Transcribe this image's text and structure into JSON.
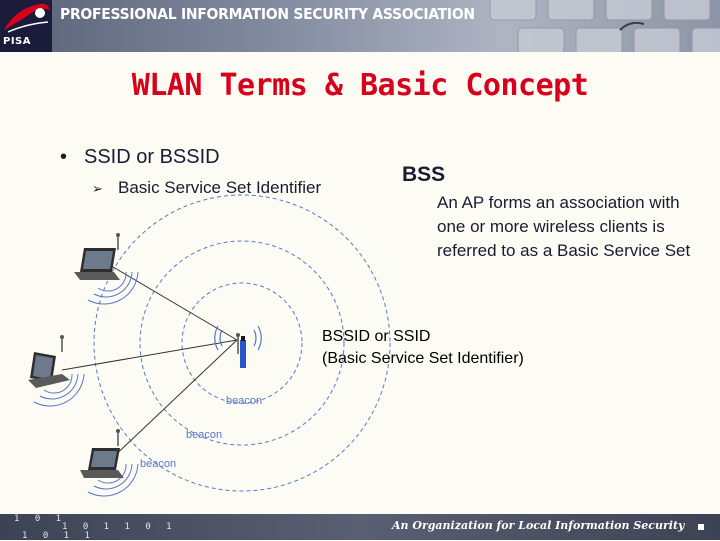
{
  "header": {
    "organization": "PROFESSIONAL INFORMATION SECURITY ASSOCIATION",
    "logo_text": "PISA",
    "brand_color": "#1b1b3c",
    "logo_accent_color": "#d8001a"
  },
  "slide": {
    "title": "WLAN Terms & Basic Concept",
    "title_color": "#d8001a",
    "bullet": "SSID or BSSID",
    "sub_bullet": "Basic Service Set Identifier",
    "bss_label": "BSS",
    "bss_description": "An AP forms an association with one or more wireless clients is referred to as a Basic Service Set",
    "bssid_line1": "BSSID or SSID",
    "bssid_line2": "(Basic Service Set Identifier)"
  },
  "diagram": {
    "beacon_labels": [
      "beacon",
      "beacon",
      "beacon"
    ],
    "ring_color": "#5577cc",
    "icons": [
      "access-point-icon",
      "laptop-icon",
      "laptop-icon",
      "laptop-icon"
    ]
  },
  "footer": {
    "binary_1": "1 0 1",
    "binary_2": "1 0 1 1 0 1",
    "binary_3": "1 0 1 1",
    "tagline": "An Organization for Local Information Security"
  }
}
